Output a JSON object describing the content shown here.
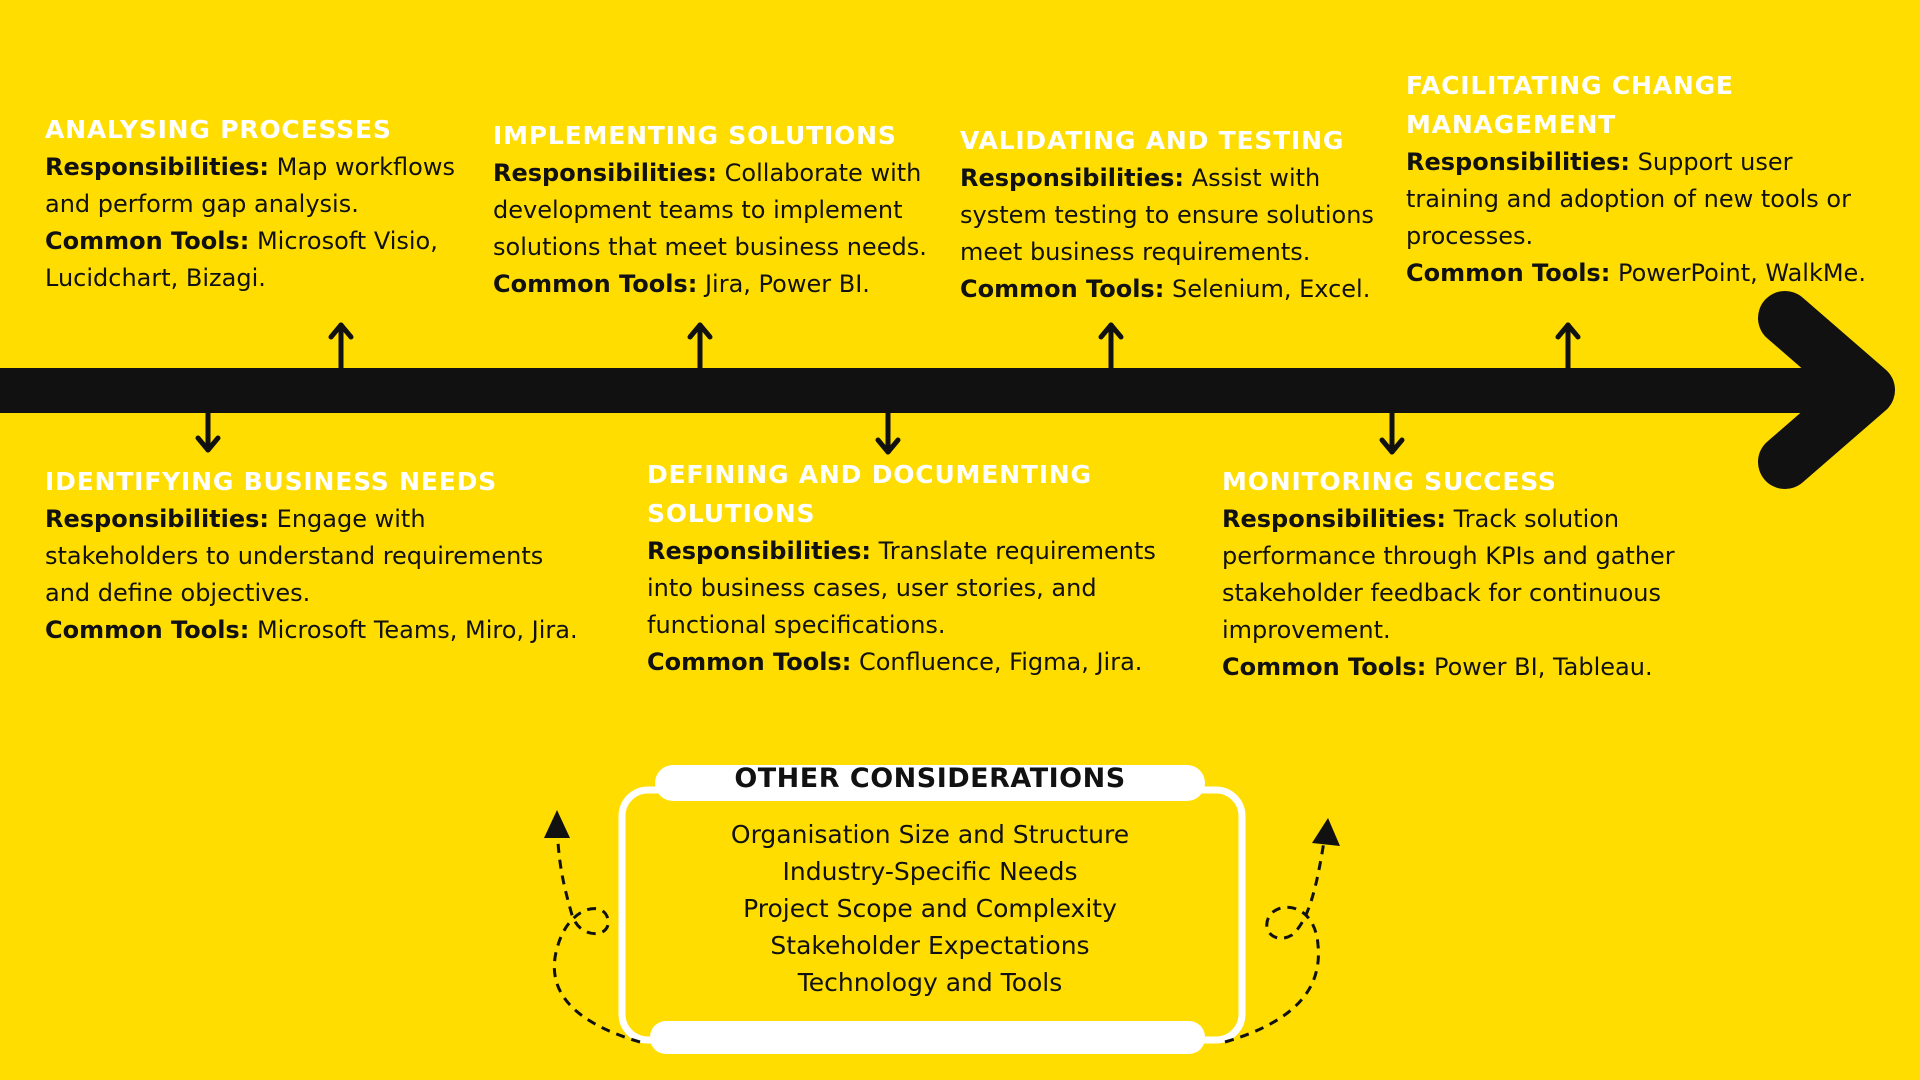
{
  "stages": [
    {
      "id": "analysing-processes",
      "title": "ANALYSING PROCESSES",
      "responsibilities_label": "Responsibilities:",
      "responsibilities": "Map workflows and perform gap analysis.",
      "tools_label": "Common Tools:",
      "tools": "Microsoft Visio, Lucidchart, Bizagi."
    },
    {
      "id": "implementing-solutions",
      "title": "IMPLEMENTING SOLUTIONS",
      "responsibilities_label": "Responsibilities:",
      "responsibilities": "Collaborate with development teams to implement solutions that meet business needs.",
      "tools_label": "Common Tools:",
      "tools": "Jira, Power BI."
    },
    {
      "id": "validating-and-testing",
      "title": "VALIDATING AND TESTING",
      "responsibilities_label": "Responsibilities:",
      "responsibilities": "Assist with system testing to ensure solutions meet business requirements.",
      "tools_label": "Common Tools:",
      "tools": "Selenium, Excel."
    },
    {
      "id": "facilitating-change-management",
      "title": "FACILITATING CHANGE MANAGEMENT",
      "responsibilities_label": "Responsibilities:",
      "responsibilities": "Support user training and adoption of new tools or processes.",
      "tools_label": "Common Tools:",
      "tools": "PowerPoint, WalkMe."
    },
    {
      "id": "identifying-business-needs",
      "title": "IDENTIFYING BUSINESS NEEDS",
      "responsibilities_label": "Responsibilities:",
      "responsibilities": "Engage with stakeholders to understand requirements and define objectives.",
      "tools_label": "Common Tools:",
      "tools": "Microsoft Teams, Miro, Jira."
    },
    {
      "id": "defining-and-documenting-solutions",
      "title": "DEFINING AND DOCUMENTING SOLUTIONS",
      "responsibilities_label": "Responsibilities:",
      "responsibilities": "Translate requirements into business cases, user stories, and functional specifications.",
      "tools_label": "Common Tools:",
      "tools": "Confluence, Figma, Jira."
    },
    {
      "id": "monitoring-success",
      "title": "MONITORING SUCCESS",
      "responsibilities_label": "Responsibilities:",
      "responsibilities": "Track solution performance through KPIs and gather stakeholder feedback for continuous improvement.",
      "tools_label": "Common Tools:",
      "tools": "Power BI, Tableau."
    }
  ],
  "other_considerations": {
    "title": "OTHER CONSIDERATIONS",
    "items": [
      "Organisation Size and Structure",
      "Industry-Specific Needs",
      "Project Scope and Complexity",
      "Stakeholder Expectations",
      "Technology and Tools"
    ]
  },
  "colors": {
    "background": "#ffdd00",
    "timeline": "#111111",
    "heading": "#ffffff",
    "text": "#111111"
  }
}
